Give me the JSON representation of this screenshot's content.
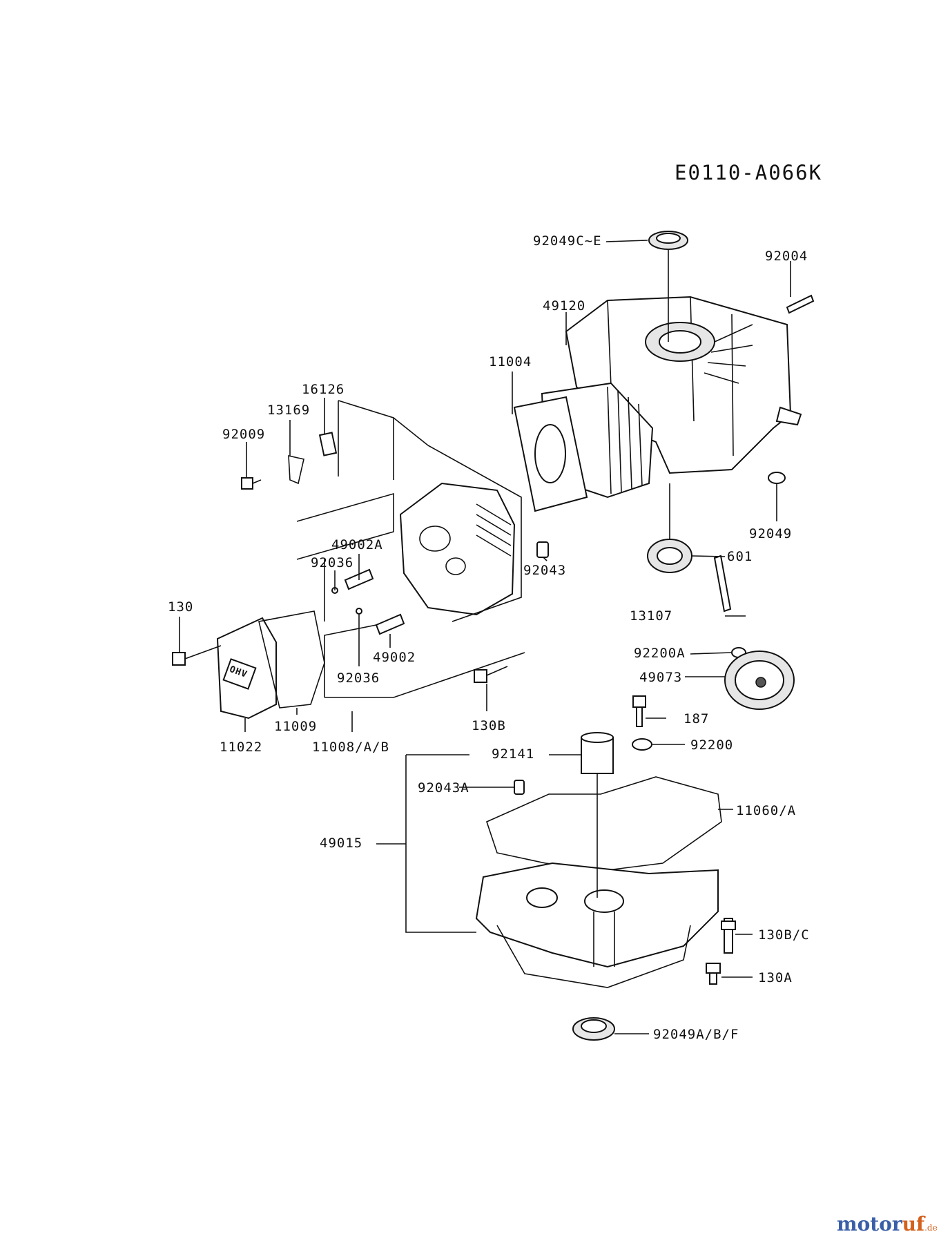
{
  "diagram_code": "E0110-A066K",
  "watermark": {
    "brand_main": "motor",
    "brand_accent": "uf",
    "tld": ".de"
  },
  "labels": {
    "p92049c_e": "92049C~E",
    "p92004": "92004",
    "p49120": "49120",
    "p11004": "11004",
    "p16126": "16126",
    "p13169": "13169",
    "p92009": "92009",
    "p92049": "92049",
    "p601": "601",
    "p49002a": "49002A",
    "p92036_top": "92036",
    "p92043": "92043",
    "p13107": "13107",
    "p92200a": "92200A",
    "p130": "130",
    "p49002": "49002",
    "p92036_bottom": "92036",
    "p49073": "49073",
    "p11022": "11022",
    "p11009": "11009",
    "p11008ab": "11008/A/B",
    "p130b": "130B",
    "p187": "187",
    "p92200": "92200",
    "p92141": "92141",
    "p92043a": "92043A",
    "p11060a": "11060/A",
    "p49015": "49015",
    "p130bc": "130B/C",
    "p130a": "130A",
    "p92049abf": "92049A/B/F",
    "cover_mark": "OHV"
  }
}
